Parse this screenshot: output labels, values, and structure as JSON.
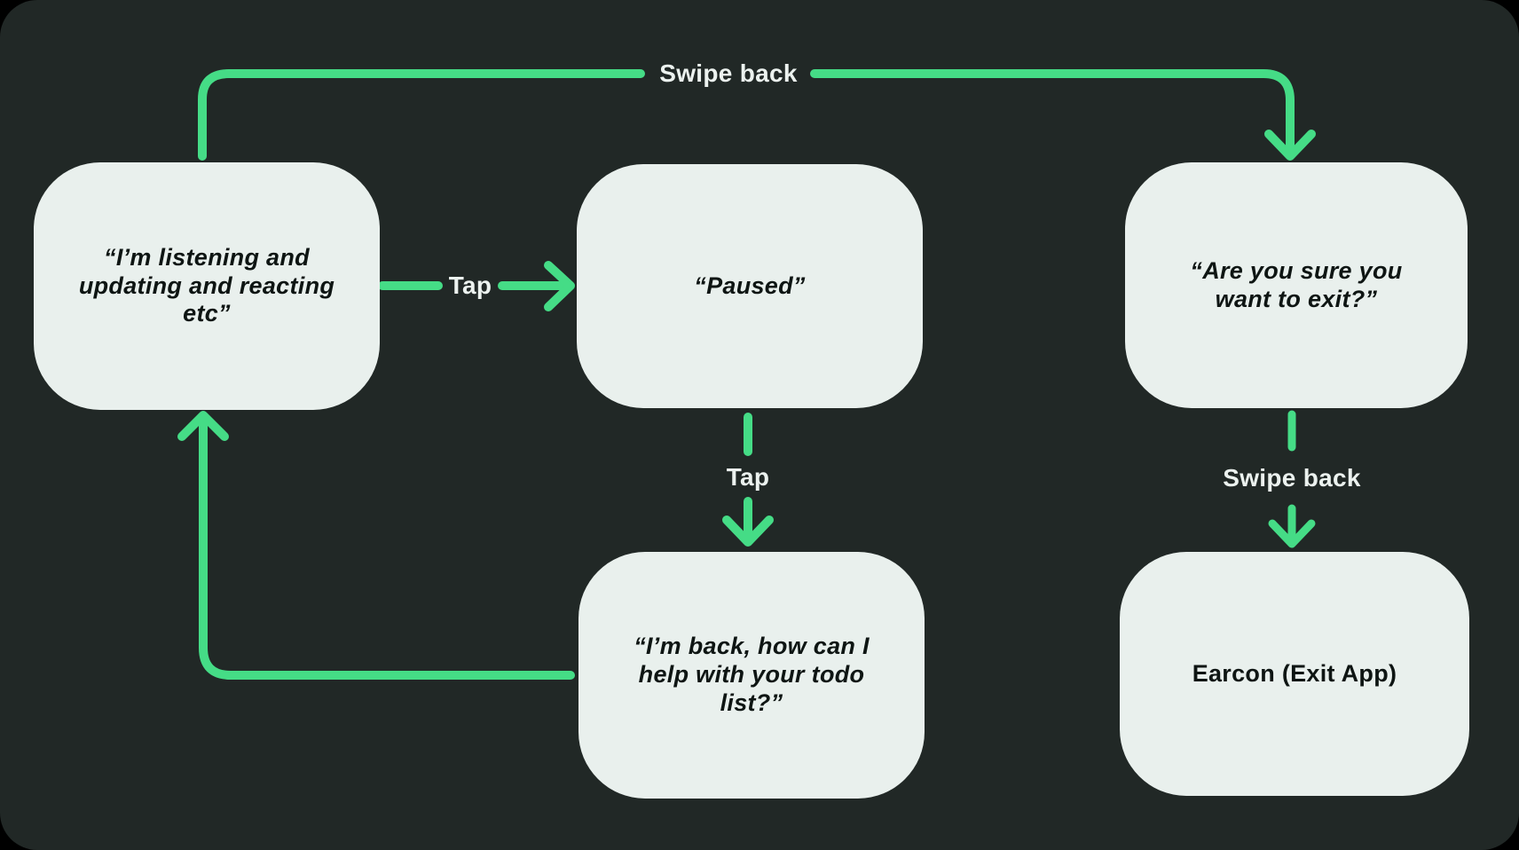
{
  "colors": {
    "background": "#212826",
    "outer_corner": "#000000",
    "node_fill": "#e9f0ed",
    "node_text": "#0e1513",
    "accent_green": "#45dc86",
    "label_text": "#ecf2ef"
  },
  "diagram_type": "state-flow-chart",
  "nodes": [
    {
      "id": "listening",
      "label": "“I’m listening and updating and reacting etc”"
    },
    {
      "id": "paused",
      "label": "“Paused”"
    },
    {
      "id": "confirm-exit",
      "label": "“Are you sure you want to exit?”"
    },
    {
      "id": "back-helping",
      "label": "“I’m back, how can I help with your todo list?”"
    },
    {
      "id": "earcon-exit",
      "label": "Earcon (Exit App)"
    }
  ],
  "edges": [
    {
      "from": "listening",
      "to": "confirm-exit",
      "label": "Swipe back"
    },
    {
      "from": "listening",
      "to": "paused",
      "label": "Tap"
    },
    {
      "from": "paused",
      "to": "back-helping",
      "label": "Tap"
    },
    {
      "from": "confirm-exit",
      "to": "earcon-exit",
      "label": "Swipe back"
    },
    {
      "from": "back-helping",
      "to": "listening",
      "label": ""
    }
  ]
}
